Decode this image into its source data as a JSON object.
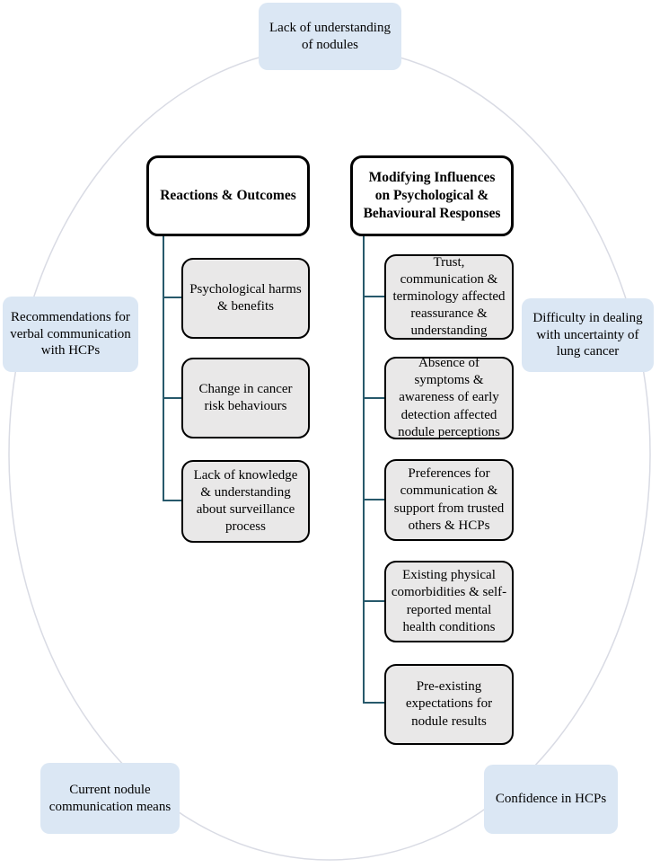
{
  "figure": {
    "notes": {
      "top": "Lack of understanding of nodules",
      "left": "Recommendations for verbal communication with HCPs",
      "right": "Difficulty in dealing with uncertainty of lung cancer",
      "bottom_left": "Current nodule communication means",
      "bottom_right": "Confidence in HCPs"
    },
    "columns": [
      {
        "header": "Reactions & Outcomes",
        "items": [
          "Psychological harms & benefits",
          "Change in cancer risk behaviours",
          "Lack of knowledge & understanding about surveillance process"
        ]
      },
      {
        "header": "Modifying Influences on Psychological & Behavioural Responses",
        "items": [
          "Trust, communication & terminology affected reassurance & understanding",
          "Absence of symptoms & awareness of early detection affected nodule perceptions",
          "Preferences for communication & support from trusted others & HCPs",
          "Existing physical comorbidities & self-reported mental health conditions",
          "Pre-existing expectations for nodule results"
        ]
      }
    ],
    "colors": {
      "note_fill": "#dbe7f4",
      "item_fill": "#e9e8e8",
      "header_fill": "#ffffff",
      "box_border": "#000000",
      "connector": "#27596b",
      "ellipse_stroke": "#d9dbe4"
    }
  }
}
